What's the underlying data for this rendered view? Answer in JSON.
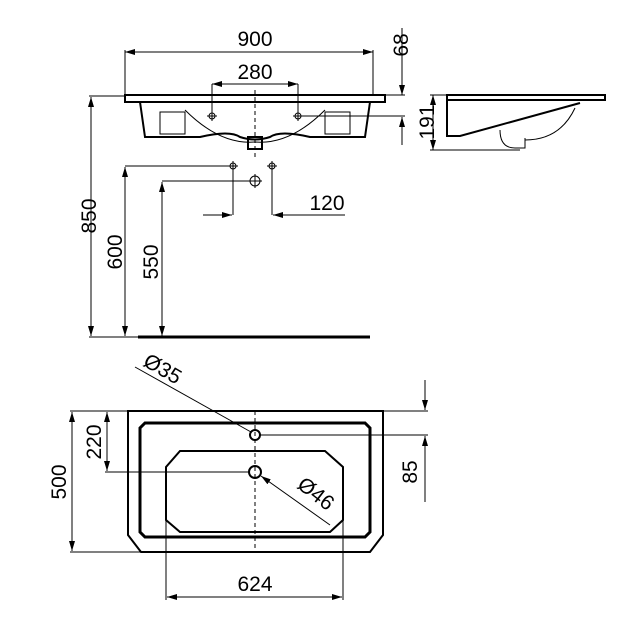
{
  "drawing": {
    "front_view": {
      "width": "900",
      "tap_spacing": "280",
      "rim_thickness": "68",
      "height": "191"
    },
    "wall_mounting": {
      "total_height": "850",
      "tap_height": "600",
      "waste_height": "550",
      "tap_offset": "120"
    },
    "plan_view": {
      "tap_hole_diameter": "Ø35",
      "drain_diameter": "Ø46",
      "depth": "500",
      "drain_position": "220",
      "tap_hole_position": "85",
      "bowl_width": "624"
    },
    "colors": {
      "line": "#000000",
      "background": "#ffffff"
    }
  }
}
